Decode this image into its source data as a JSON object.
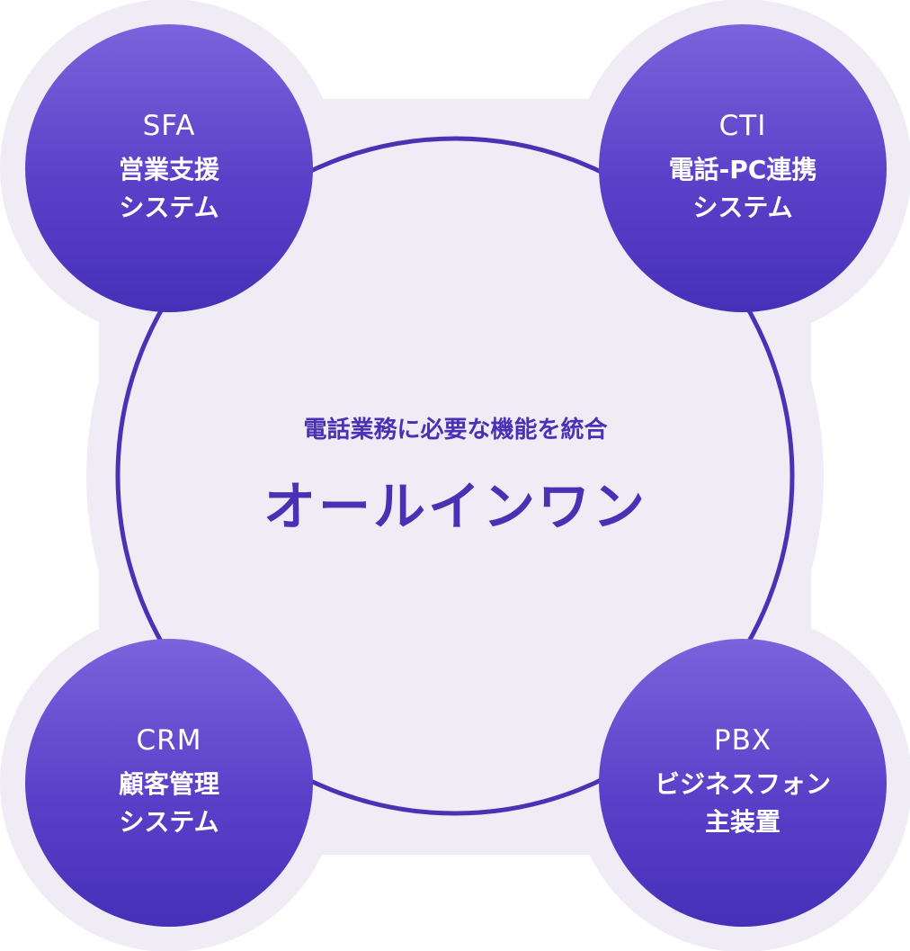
{
  "colors": {
    "background_blob": "#efecf6",
    "ring": "#4a32b5",
    "node_top": "#7a63dc",
    "node_bottom": "#4630b8",
    "text_accent": "#4a30b5"
  },
  "center": {
    "subtitle": "電話業務に必要な機能を統合",
    "title": "オールインワン"
  },
  "nodes": [
    {
      "abbr": "SFA",
      "line1": "営業支援",
      "line2": "システム"
    },
    {
      "abbr": "CTI",
      "line1": "電話-PC連携",
      "line2": "システム"
    },
    {
      "abbr": "CRM",
      "line1": "顧客管理",
      "line2": "システム"
    },
    {
      "abbr": "PBX",
      "line1": "ビジネスフォン",
      "line2": "主装置"
    }
  ]
}
